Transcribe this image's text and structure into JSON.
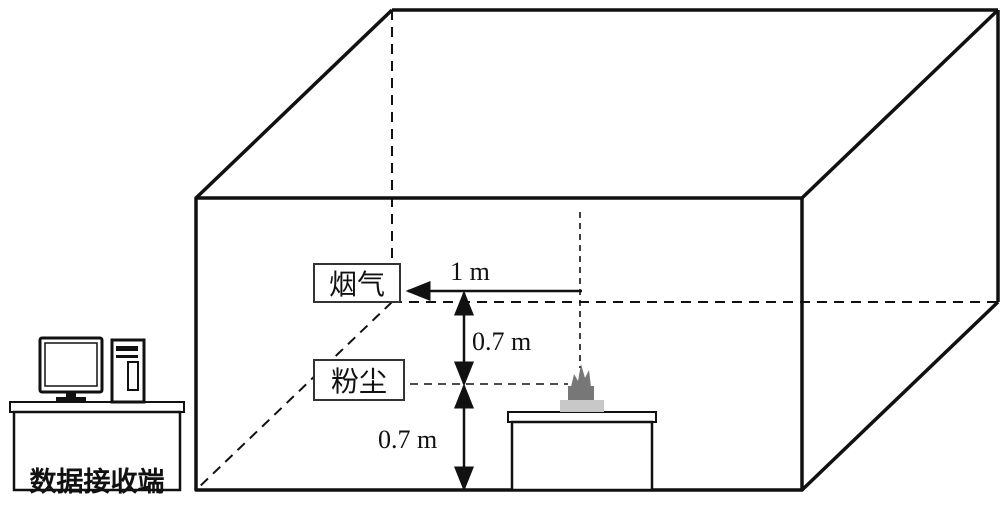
{
  "labels": {
    "smoke": "烟气",
    "dust": "粉尘",
    "data_receiver": "数据接收端"
  },
  "dimensions": {
    "horizontal": "1 m",
    "upper_height": "0.7 m",
    "lower_height": "0.7 m"
  },
  "icons": {
    "computer": "desktop-computer-icon",
    "fire": "fire-source-icon"
  },
  "colors": {
    "line": "#111111",
    "fire": "#777777",
    "fire_base": "#c8c8c8"
  }
}
